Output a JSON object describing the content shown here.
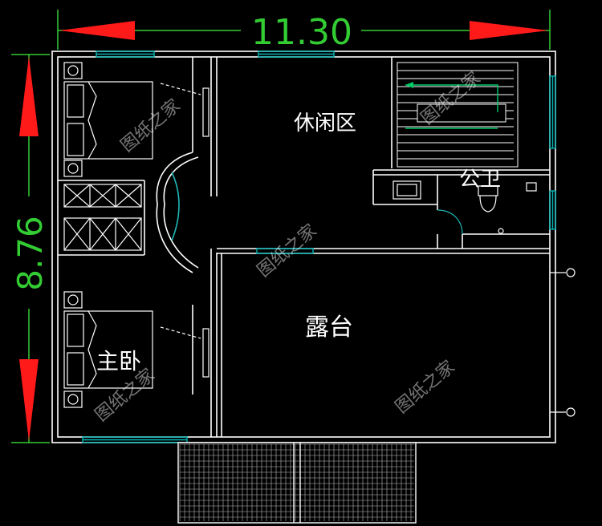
{
  "dimensions": {
    "width_label": "11.30",
    "height_label": "8.76"
  },
  "rooms": {
    "leisure_area": "休闲区",
    "bathroom": "公卫",
    "terrace": "露台",
    "master_bedroom": "主卧"
  },
  "watermark": "图纸之家",
  "colors": {
    "background": "#000000",
    "wall": "#ffffff",
    "dimension": "#33cc33",
    "arrow": "#ff1a1a",
    "fixture": "#00cc66",
    "window": "#00b3b3",
    "door": "#1fb8b8"
  }
}
